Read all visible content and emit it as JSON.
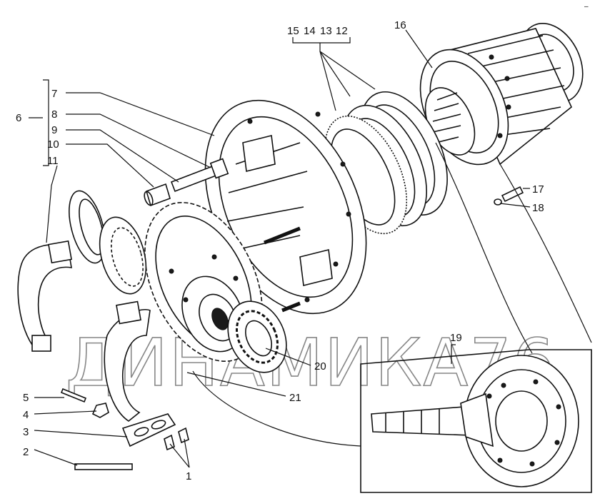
{
  "callouts": {
    "n1": "1",
    "n2": "2",
    "n3": "3",
    "n4": "4",
    "n5": "5",
    "n6": "6",
    "n7": "7",
    "n8": "8",
    "n9": "9",
    "n10": "10",
    "n11": "11",
    "n12": "12",
    "n13": "13",
    "n14": "14",
    "n15": "15",
    "n16": "16",
    "n17": "17",
    "n18": "18",
    "n19": "19",
    "n20": "20",
    "n21": "21"
  },
  "watermark": "ДИНАМИКА76",
  "corner_mark": "–"
}
